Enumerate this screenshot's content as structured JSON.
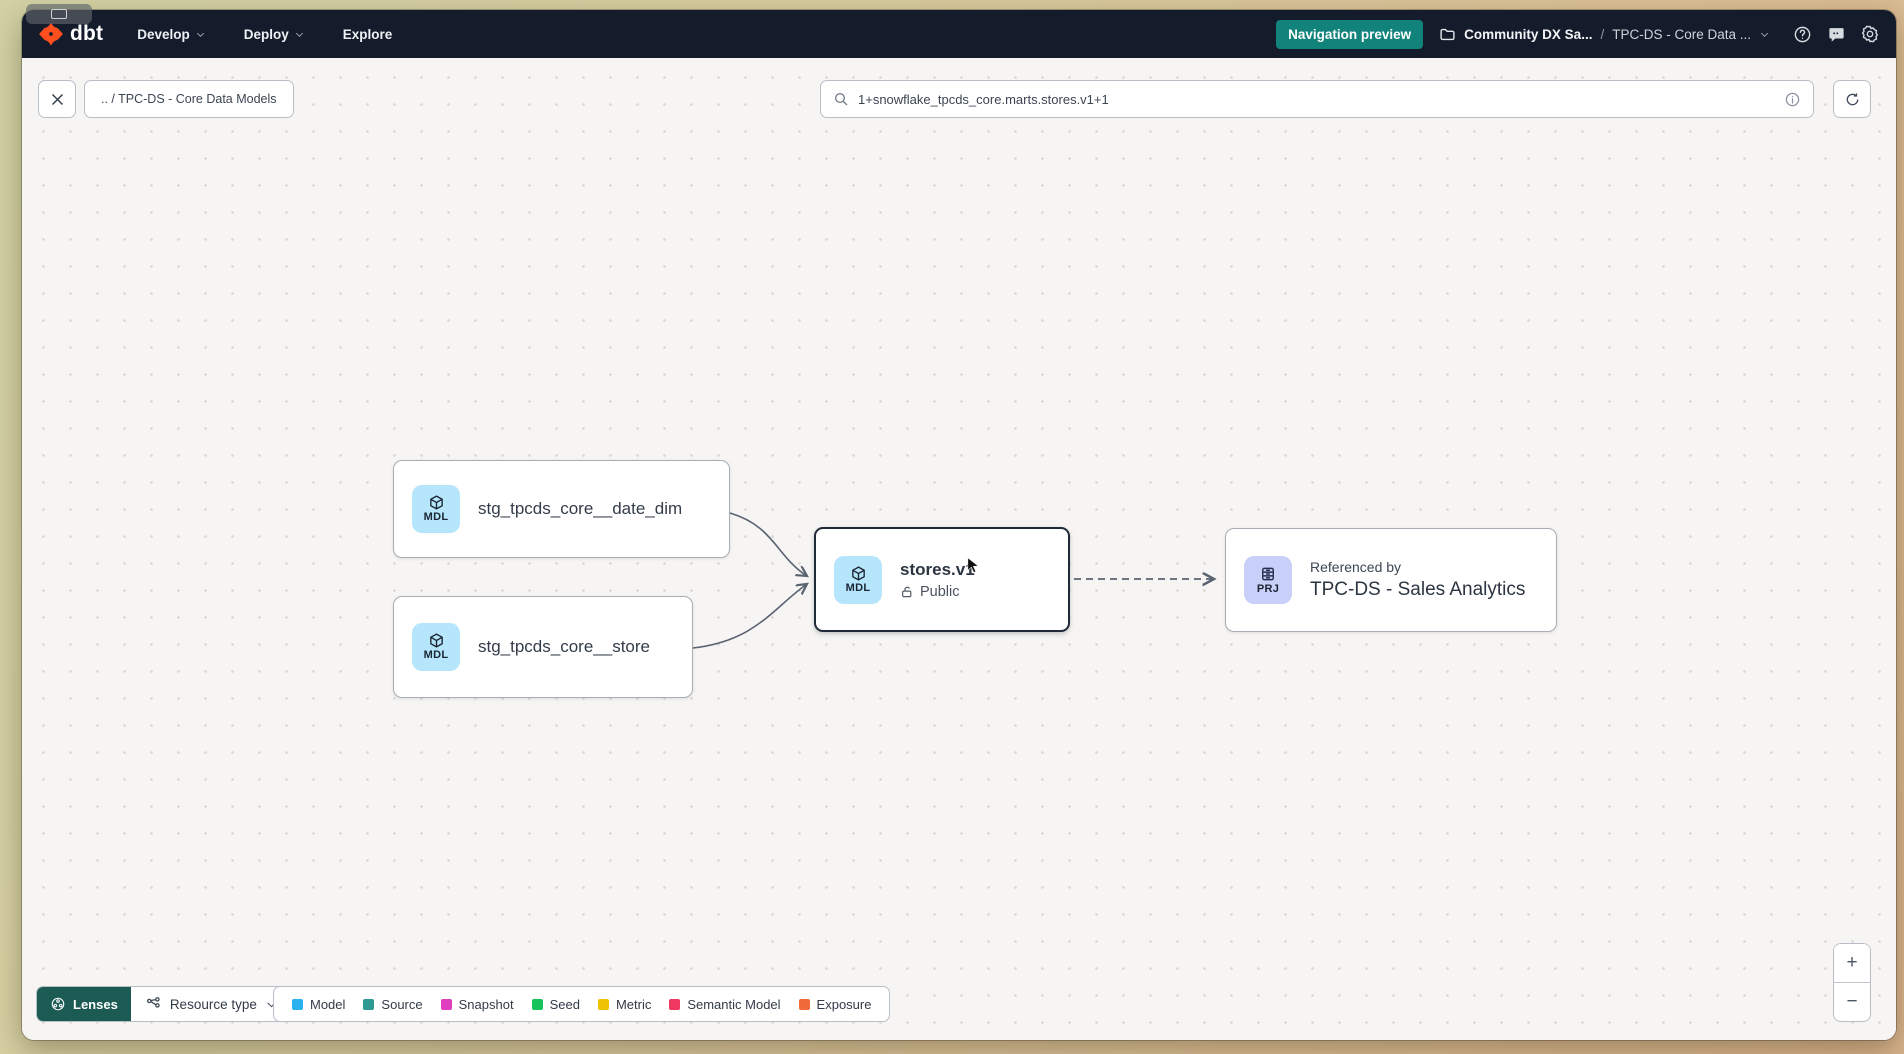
{
  "navbar": {
    "logo_text": "dbt",
    "menus": [
      {
        "label": "Develop",
        "has_chevron": true
      },
      {
        "label": "Deploy",
        "has_chevron": true
      },
      {
        "label": "Explore",
        "has_chevron": false
      }
    ],
    "preview_badge": "Navigation preview",
    "breadcrumb": {
      "project": "Community DX Sa...",
      "separator": "/",
      "page": "TPC-DS - Core Data ..."
    },
    "icons": [
      "help-icon",
      "feedback-icon",
      "settings-icon"
    ]
  },
  "toolbar": {
    "path_chip": ".. / TPC-DS - Core Data Models",
    "search_value": "1+snowflake_tpcds_core.marts.stores.v1+1",
    "icons": [
      "close-icon",
      "search-icon",
      "info-icon",
      "refresh-icon"
    ]
  },
  "graph": {
    "nodes": [
      {
        "id": "date_dim",
        "badge": "MDL",
        "label": "stg_tpcds_core__date_dim"
      },
      {
        "id": "store",
        "badge": "MDL",
        "label": "stg_tpcds_core__store"
      },
      {
        "id": "stores_v1",
        "badge": "MDL",
        "title": "stores.v1",
        "access": "Public",
        "selected": true
      },
      {
        "id": "sales_analytics",
        "badge": "PRJ",
        "ref_label": "Referenced by",
        "name": "TPC-DS - Sales Analytics"
      }
    ],
    "icon_colors": {
      "model_tile": "#b5e6fb",
      "project_tile": "#c8d0fa"
    },
    "edge_color": "#5a6372"
  },
  "footer": {
    "lenses_label": "Lenses",
    "resource_type_label": "Resource type",
    "legend": [
      {
        "label": "Model",
        "color": "#2bb1ef"
      },
      {
        "label": "Source",
        "color": "#2e9a93"
      },
      {
        "label": "Snapshot",
        "color": "#df3fbf"
      },
      {
        "label": "Seed",
        "color": "#17c35b"
      },
      {
        "label": "Metric",
        "color": "#eec306"
      },
      {
        "label": "Semantic Model",
        "color": "#ee3860"
      },
      {
        "label": "Exposure",
        "color": "#f06b3c"
      }
    ]
  },
  "zoom_controls": {
    "zoom_in": "+",
    "zoom_out": "−"
  },
  "colors": {
    "navbar_bg": "#141c2b",
    "badge_bg": "#12837b",
    "lenses_bg": "#1c5b54",
    "canvas_bg": "#f6f5f3"
  }
}
